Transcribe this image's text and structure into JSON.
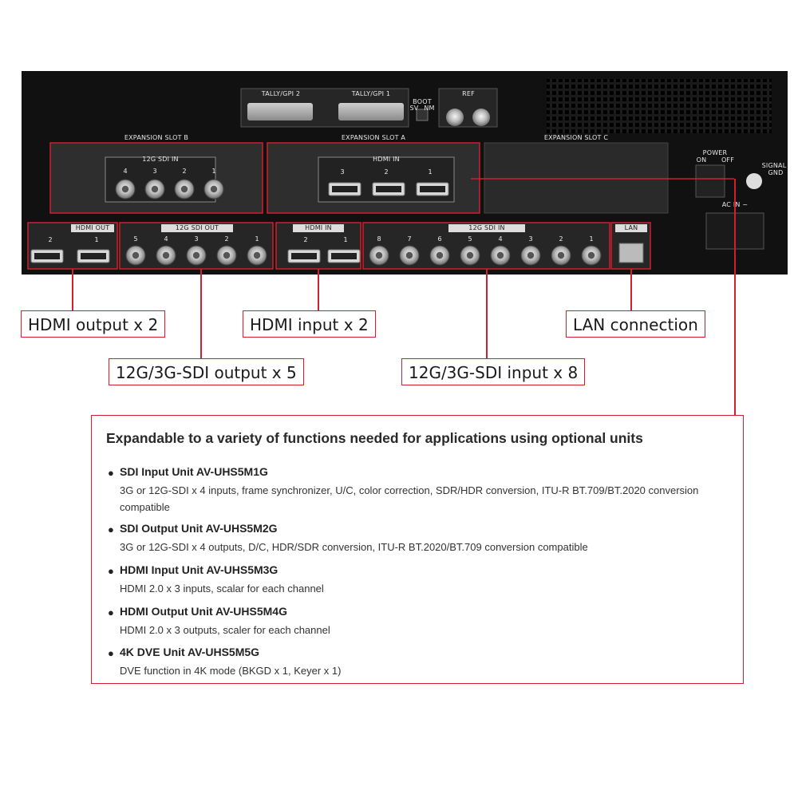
{
  "rear_panel": {
    "tally_gpi_2": "TALLY/GPI 2",
    "tally_gpi_1": "TALLY/GPI 1",
    "boot": "BOOT",
    "boot_sv": "SV",
    "boot_nm": "NM",
    "ref": "REF",
    "expansion_slot_b": "EXPANSION SLOT B",
    "expansion_slot_a": "EXPANSION SLOT A",
    "expansion_slot_c": "EXPANSION SLOT C",
    "slot_b_12g_sdi_in": "12G SDI IN",
    "slot_b_ports": [
      "4",
      "3",
      "2",
      "1"
    ],
    "slot_a_hdmi_in": "HDMI IN",
    "slot_a_ports": [
      "3",
      "2",
      "1"
    ],
    "power": "POWER",
    "power_on": "ON",
    "power_off": "OFF",
    "signal_gnd_1": "SIGNAL",
    "signal_gnd_2": "GND",
    "ac_in": "AC IN ~",
    "hdmi_out": "HDMI OUT",
    "hdmi_out_ports": [
      "2",
      "1"
    ],
    "sdi_out": "12G SDI OUT",
    "sdi_out_ports": [
      "5",
      "4",
      "3",
      "2",
      "1"
    ],
    "hdmi_in": "HDMI IN",
    "hdmi_in_ports": [
      "2",
      "1"
    ],
    "sdi_in": "12G SDI IN",
    "sdi_in_ports": [
      "8",
      "7",
      "6",
      "5",
      "4",
      "3",
      "2",
      "1"
    ],
    "lan": "LAN"
  },
  "callouts": {
    "hdmi_output": "HDMI output x 2",
    "hdmi_input": "HDMI input x 2",
    "lan_connection": "LAN connection",
    "sdi_output": "12G/3G-SDI output x 5",
    "sdi_input": "12G/3G-SDI input x 8"
  },
  "features": {
    "title": "Expandable to a variety of functions needed for applications using optional units",
    "bullet": "●",
    "units": [
      {
        "name": "SDI Input Unit AV-UHS5M1G",
        "description": "3G or 12G-SDI x 4 inputs, frame synchronizer, U/C, color correction, SDR/HDR conversion, ITU-R BT.709/BT.2020 conversion compatible"
      },
      {
        "name": "SDI Output Unit AV-UHS5M2G",
        "description": "3G or 12G-SDI x 4 outputs, D/C, HDR/SDR conversion, ITU-R BT.2020/BT.709 conversion compatible"
      },
      {
        "name": "HDMI Input Unit AV-UHS5M3G",
        "description": "HDMI 2.0 x 3 inputs, scalar for each channel"
      },
      {
        "name": "HDMI Output Unit AV-UHS5M4G",
        "description": "HDMI 2.0 x 3 outputs, scaler for each channel"
      },
      {
        "name": "4K DVE Unit AV-UHS5M5G",
        "description": "DVE function in 4K mode (BKGD x 1, Keyer x 1)"
      }
    ]
  },
  "colors": {
    "accent_red": "#d11f2e",
    "panel_black": "#111111"
  }
}
